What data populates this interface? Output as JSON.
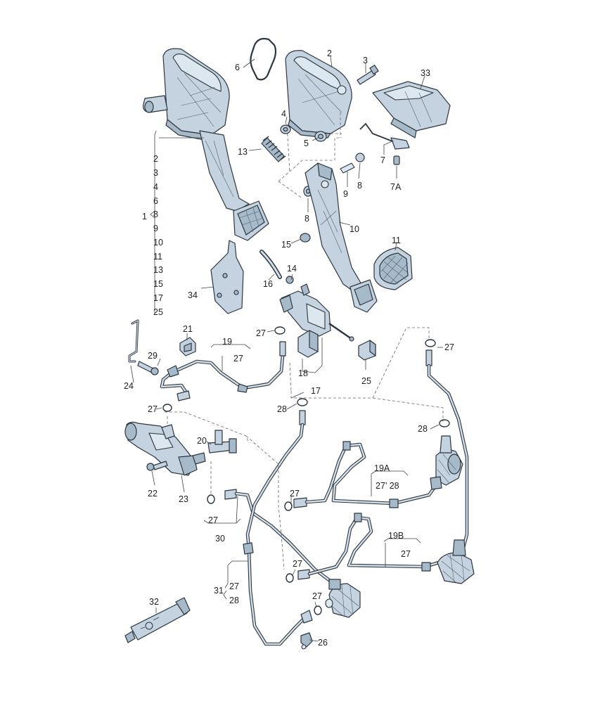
{
  "labels": {
    "l1": "1",
    "l2": "2",
    "l3": "3",
    "l4": "4",
    "l5": "5",
    "l6": "6",
    "l7": "7",
    "l7a": "7A",
    "l8a": "8",
    "l8b": "8",
    "l9": "9",
    "l10": "10",
    "l11": "11",
    "l13": "13",
    "l14": "14",
    "l15": "15",
    "l16": "16",
    "l17": "17",
    "l18": "18",
    "l19": "19",
    "l19_27": "27",
    "l19a": "19A",
    "l19a_27_28": "27’ 28",
    "l19b": "19B",
    "l19b_27": "27",
    "l20": "20",
    "l21": "21",
    "l22": "22",
    "l23": "23",
    "l24": "24",
    "l25": "25",
    "l25b": "25",
    "l26": "26",
    "l27a": "27",
    "l27b": "27",
    "l27c": "27",
    "l27d": "27",
    "l27e": "27",
    "l27f": "27",
    "l27g": "27",
    "l28a": "28",
    "l28b": "28",
    "l29": "29",
    "l30": "30",
    "l31": "31",
    "l31_27": "27",
    "l31_28": "28",
    "l32": "32",
    "l33": "33",
    "l34": "34"
  },
  "assembly_1_members": [
    "2",
    "3",
    "4",
    "6",
    "8",
    "9",
    "10",
    "11",
    "13",
    "15",
    "17",
    "25"
  ]
}
